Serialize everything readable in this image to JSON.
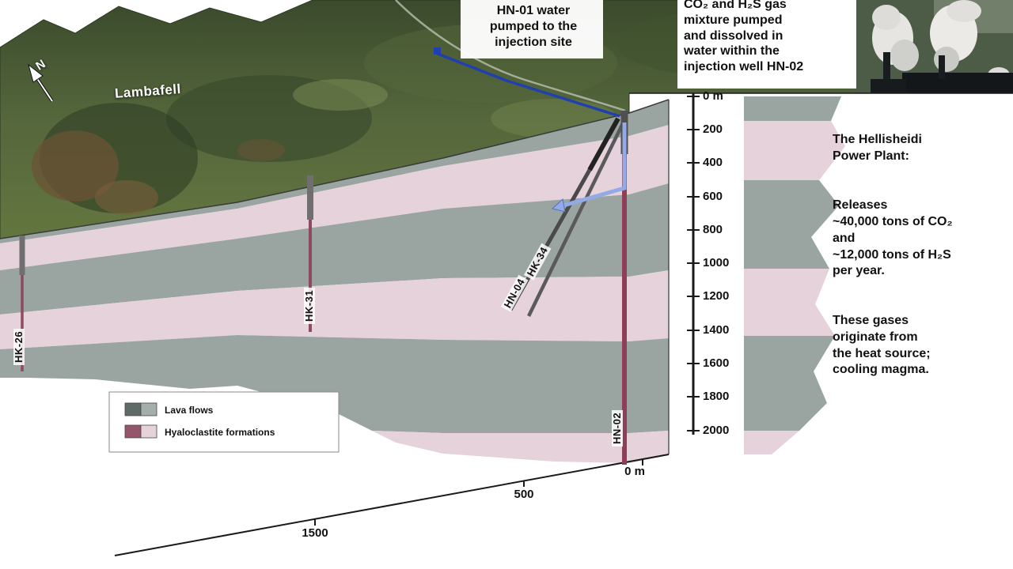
{
  "map": {
    "peak_label": "Lambafell",
    "north_label": "N"
  },
  "annotations": {
    "hn01": "HN-01 water\npumped to the\ninjection site",
    "gas": "CO₂ and H₂S gas\nmixture pumped\nand dissolved in\nwater within the\ninjection well HN-02"
  },
  "info_panel": {
    "title": "The Hellisheidi\nPower Plant:",
    "releases": "Releases\n~40,000 tons of CO₂\nand\n~12,000  tons of H₂S\nper year.",
    "origin": "These gases\noriginate from\nthe heat source;\ncooling magma."
  },
  "legend": {
    "items": [
      {
        "label": "Lava flows",
        "color_left": "#5f6b67",
        "color_right": "#a4aeaa"
      },
      {
        "label": "Hyaloclastite formations",
        "color_left": "#95566c",
        "color_right": "#e6d2da"
      }
    ]
  },
  "depth_scale": {
    "labels": [
      "0 m",
      "200",
      "400",
      "600",
      "800",
      "1000",
      "1200",
      "1400",
      "1600",
      "1800",
      "2000"
    ]
  },
  "distance_scale": {
    "labels": [
      "0 m",
      "500",
      "1500"
    ]
  },
  "wells": {
    "hk26": "HK-26",
    "hk31": "HK-31",
    "hn04": "HN-04",
    "hk34": "HK-34",
    "hn02": "HN-02"
  },
  "colors": {
    "lava_gray": "#9aa5a1",
    "hyaloclastite_pink": "#e6d2da",
    "well_casing_gray": "#6f6f6f",
    "well_maroon": "#8e4a5e",
    "pipeline_dark_blue": "#2040b0",
    "pipeline_light_blue": "#93aae6"
  }
}
